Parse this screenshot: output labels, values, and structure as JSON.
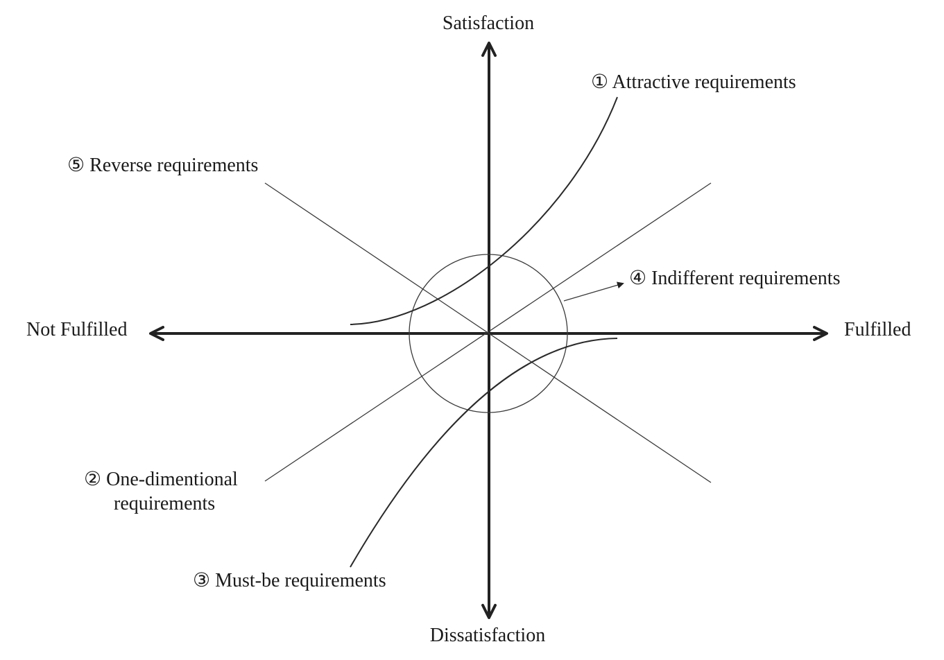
{
  "axes": {
    "top": "Satisfaction",
    "bottom": "Dissatisfaction",
    "left": "Not Fulfilled",
    "right": "Fulfilled"
  },
  "requirements": {
    "attractive": "① Attractive requirements",
    "one_dimensional_line1": "② One-dimentional",
    "one_dimensional_line2": "requirements",
    "must_be": "③ Must-be requirements",
    "indifferent": "④ Indifferent requirements",
    "reverse": "⑤ Reverse requirements"
  },
  "colors": {
    "axis": "#222222",
    "lines": "#3a3a3a",
    "text": "#1a1a1a"
  }
}
